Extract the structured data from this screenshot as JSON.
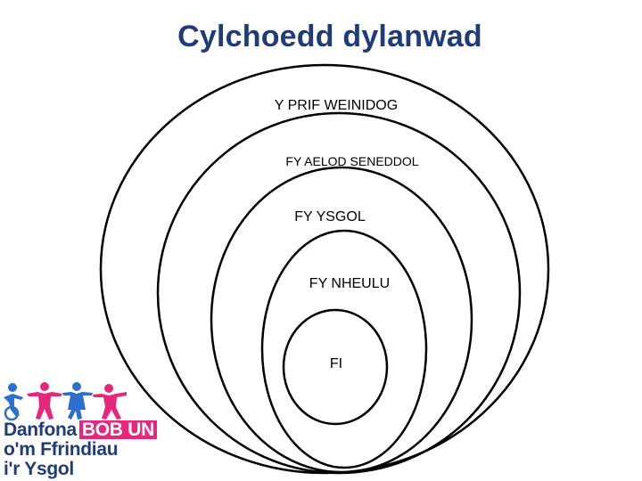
{
  "title": "Cylchoedd dylanwad",
  "circles": [
    {
      "label": "Y PRIF WEINIDOG"
    },
    {
      "label": "FY AELOD SENEDDOL"
    },
    {
      "label": "FY YSGOL"
    },
    {
      "label": "FY NHEULU"
    },
    {
      "label": "FI"
    }
  ],
  "logo": {
    "line1": "Danfona",
    "highlight": "BOB UN",
    "line2": "o'm Ffrindiau",
    "line3": "i'r Ysgol",
    "colors": {
      "navy": "#1f3b7a",
      "pink": "#e5287e",
      "blue": "#2b6fcf"
    }
  },
  "colors": {
    "title": "#1f3b7a",
    "stroke": "#000000"
  }
}
